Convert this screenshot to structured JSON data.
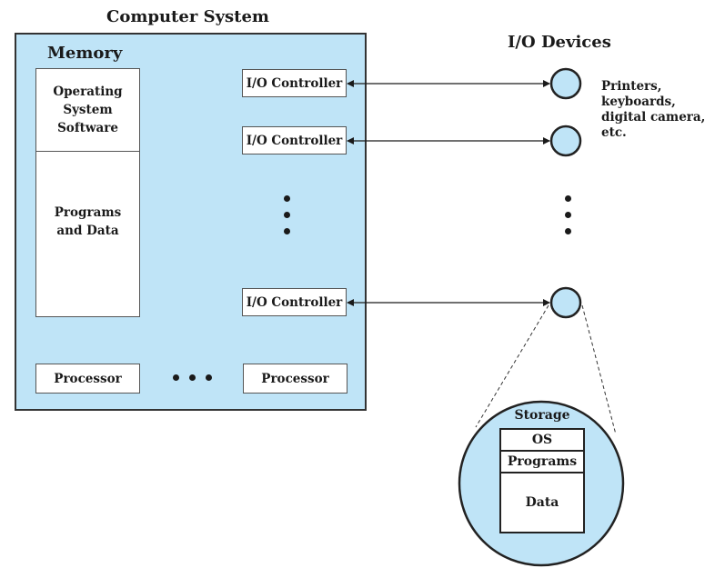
{
  "system": {
    "title": "Computer System",
    "memory": {
      "title": "Memory",
      "os_lines": [
        "Operating",
        "System",
        "Software"
      ],
      "prog_lines": [
        "Programs",
        "and Data"
      ]
    },
    "controllers": [
      {
        "label": "I/O Controller"
      },
      {
        "label": "I/O Controller"
      },
      {
        "label": "I/O Controller"
      }
    ],
    "processors": [
      {
        "label": "Processor"
      },
      {
        "label": "Processor"
      }
    ]
  },
  "io": {
    "title": "I/O Devices",
    "annotation_lines": [
      "Printers,",
      "keyboards,",
      "digital camera,",
      "etc."
    ]
  },
  "storage": {
    "title": "Storage",
    "rows": [
      "OS",
      "Programs",
      "Data"
    ]
  },
  "colors": {
    "fill": "#bfe4f7",
    "stroke": "#1a1a1a"
  }
}
